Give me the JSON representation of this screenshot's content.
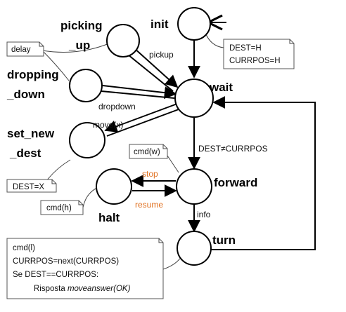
{
  "states": {
    "init": "init",
    "picking_up_1": "picking",
    "picking_up_2": "_up",
    "dropping_down_1": "dropping",
    "dropping_down_2": "_down",
    "wait": "wait",
    "set_new_dest_1": "set_new",
    "set_new_dest_2": "_dest",
    "forward": "forward",
    "halt": "halt",
    "turn": "turn"
  },
  "transitions": {
    "pickup": "pickup",
    "dropdown": "dropdown",
    "move": "move(x)",
    "dest_neq": "DEST≠CURRPOS",
    "stop": "stop",
    "resume": "resume",
    "info": "info"
  },
  "notes": {
    "delay": "delay",
    "init_1": "DEST=H",
    "init_2": "CURRPOS=H",
    "cmd_w": "cmd(w)",
    "dest_x": "DEST=X",
    "cmd_h": "cmd(h)",
    "turn_1": "cmd(l)",
    "turn_2": "CURRPOS=next(CURRPOS)",
    "turn_3": "Se DEST==CURRPOS:",
    "turn_4a": "Risposta ",
    "turn_4b": "moveanswer(OK)"
  },
  "colors": {
    "stroke": "#000000",
    "note_border": "#555555",
    "accent_orange": "#e0701f"
  }
}
